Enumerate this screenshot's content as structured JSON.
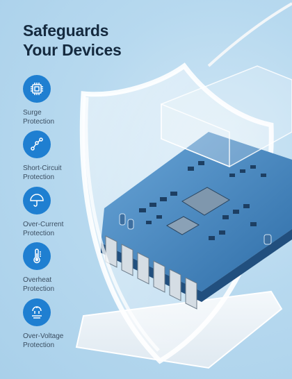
{
  "heading": {
    "line1": "Safeguards",
    "line2": "Your Devices"
  },
  "features": [
    {
      "icon": "chip-icon",
      "line1": "Surge",
      "line2": "Protection"
    },
    {
      "icon": "circuit-nodes-icon",
      "line1": "Short-Circuit",
      "line2": "Protection"
    },
    {
      "icon": "umbrella-icon",
      "line1": "Over-Current",
      "line2": "Protection"
    },
    {
      "icon": "thermometer-icon",
      "line1": "Overheat",
      "line2": "Protection"
    },
    {
      "icon": "plug-icon",
      "line1": "Over-Voltage",
      "line2": "Protection"
    }
  ],
  "colors": {
    "accent": "#1f7fd1",
    "heading": "#152a3f",
    "background": "#b7d9ef",
    "board": "#3f7fb8"
  }
}
